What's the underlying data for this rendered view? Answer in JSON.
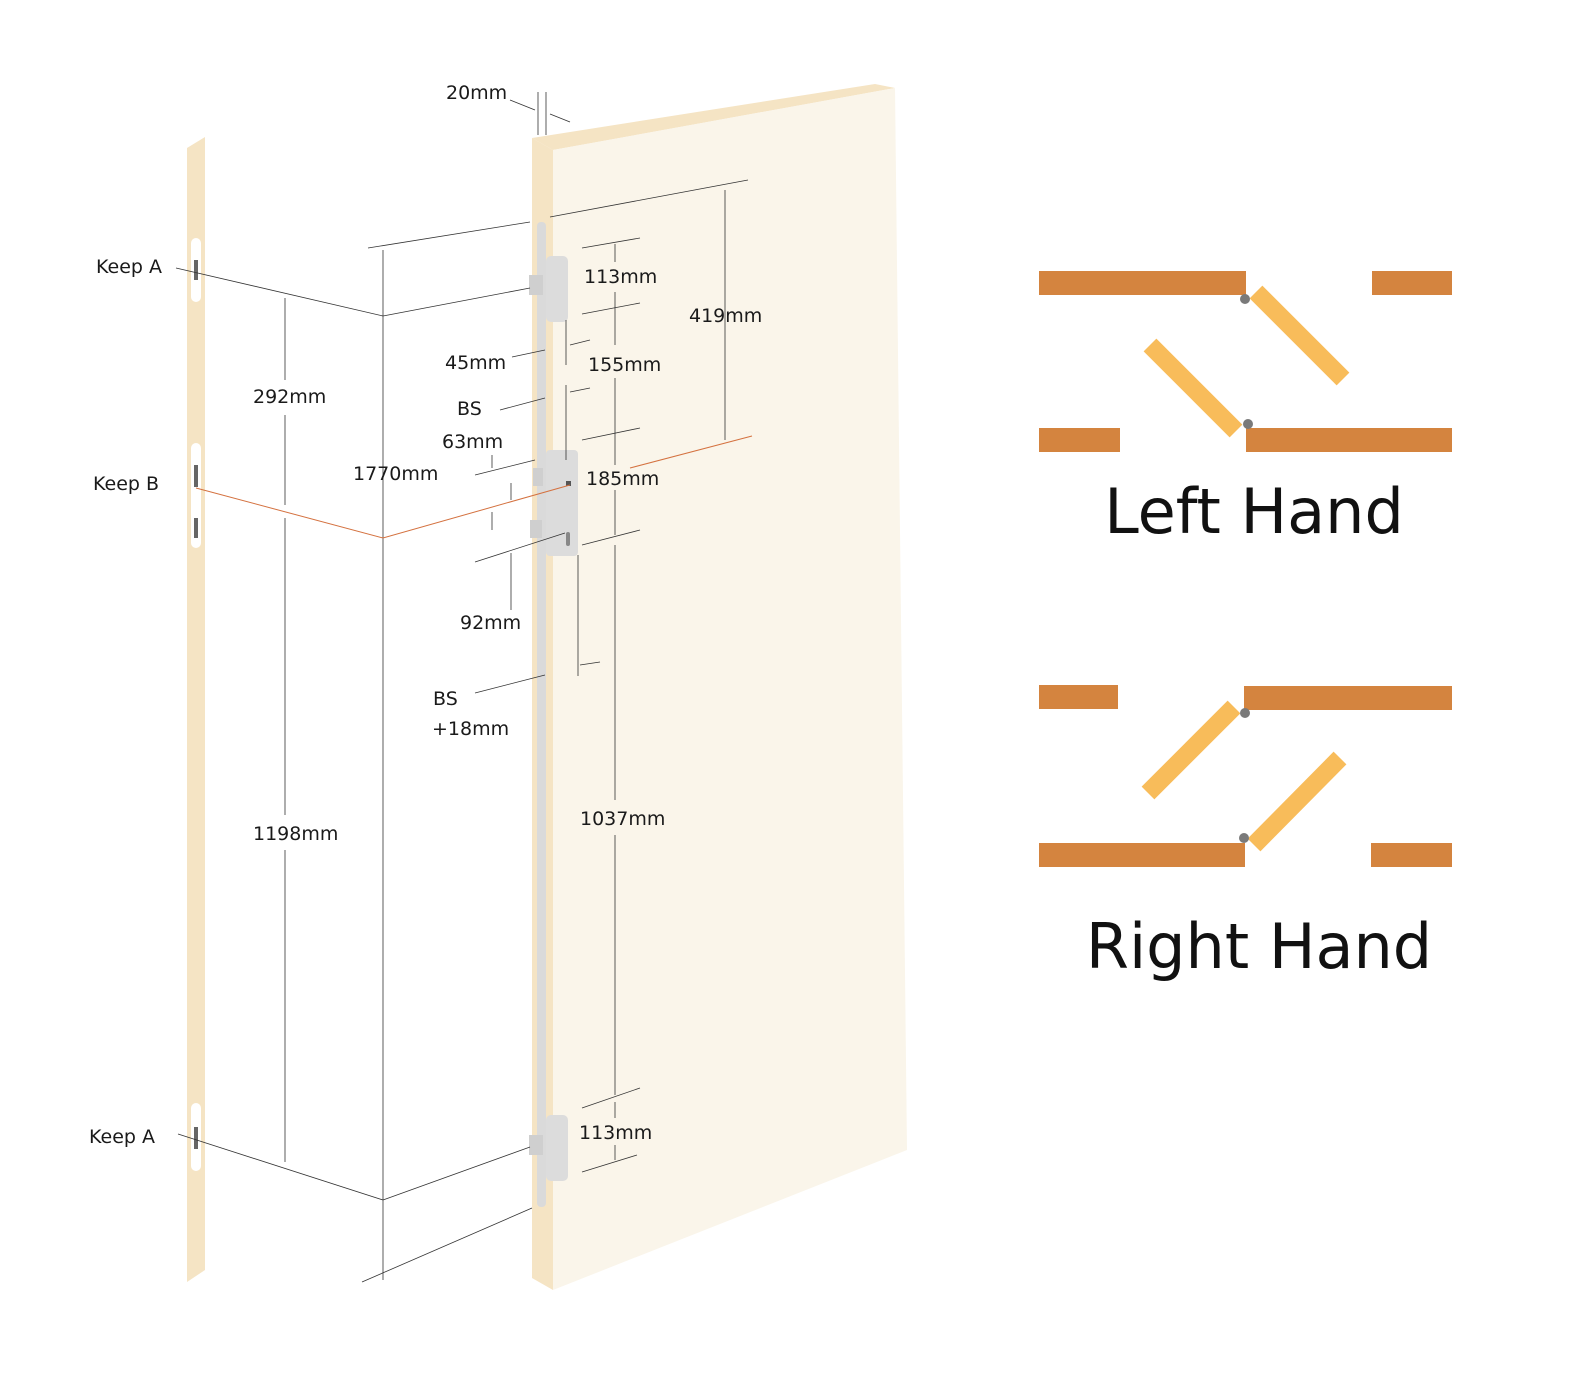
{
  "colors": {
    "door_face": "#FAF5EA",
    "door_edge": "#F5E4C4",
    "bar": "#D4843F",
    "leaf": "#F8BC5A",
    "pin": "#7A7A7A",
    "guide": "#D4713F"
  },
  "labels": {
    "keep_a_top": "Keep A",
    "keep_b": "Keep B",
    "keep_a_bottom": "Keep A",
    "thickness": "20mm",
    "d292": "292mm",
    "d1770": "1770mm",
    "d1198": "1198mm",
    "d113_top": "113mm",
    "d419": "419mm",
    "d45": "45mm",
    "d155": "155mm",
    "bs": "BS",
    "d63": "63mm",
    "d185": "185mm",
    "d92": "92mm",
    "bs2": "BS",
    "bs2_plus": "+18mm",
    "d1037": "1037mm",
    "d113_bottom": "113mm"
  },
  "hands": {
    "left": "Left Hand",
    "right": "Right Hand"
  }
}
